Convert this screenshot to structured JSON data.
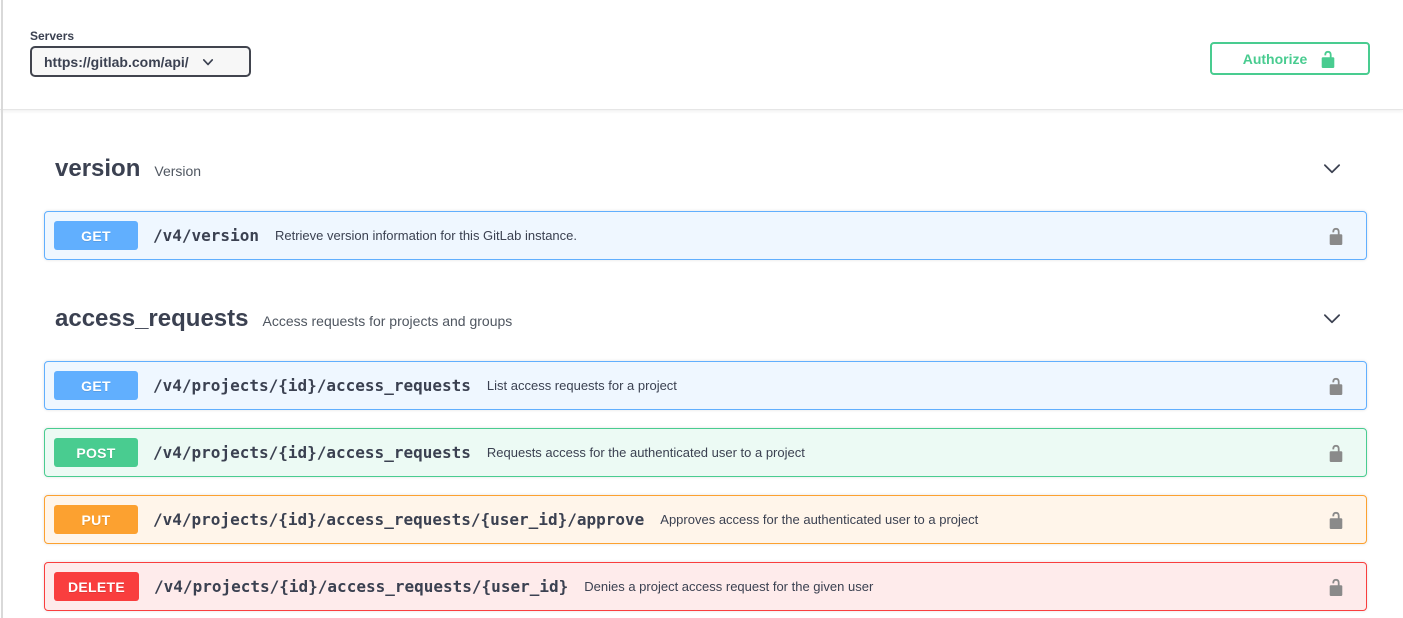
{
  "schemes": {
    "servers_label": "Servers",
    "server_url": "https://gitlab.com/api/",
    "authorize_label": "Authorize"
  },
  "colors": {
    "get": "#61affe",
    "post": "#49cc90",
    "put": "#fca130",
    "delete": "#f93e3e",
    "authorize_accent": "#49cc90",
    "text": "#3b4151"
  },
  "icons": {
    "server_select": "chevron-down-icon",
    "section_toggle": "chevron-down-icon",
    "authorize": "unlock-icon",
    "operation_auth": "unlock-icon"
  },
  "sections": [
    {
      "name": "version",
      "description": "Version",
      "operations": [
        {
          "method": "GET",
          "path": "/v4/version",
          "summary": "Retrieve version information for this GitLab instance."
        }
      ]
    },
    {
      "name": "access_requests",
      "description": "Access requests for projects and groups",
      "operations": [
        {
          "method": "GET",
          "path": "/v4/projects/{id}/access_requests",
          "summary": "List access requests for a project"
        },
        {
          "method": "POST",
          "path": "/v4/projects/{id}/access_requests",
          "summary": "Requests access for the authenticated user to a project"
        },
        {
          "method": "PUT",
          "path": "/v4/projects/{id}/access_requests/{user_id}/approve",
          "summary": "Approves access for the authenticated user to a project"
        },
        {
          "method": "DELETE",
          "path": "/v4/projects/{id}/access_requests/{user_id}",
          "summary": "Denies a project access request for the given user"
        }
      ]
    }
  ]
}
